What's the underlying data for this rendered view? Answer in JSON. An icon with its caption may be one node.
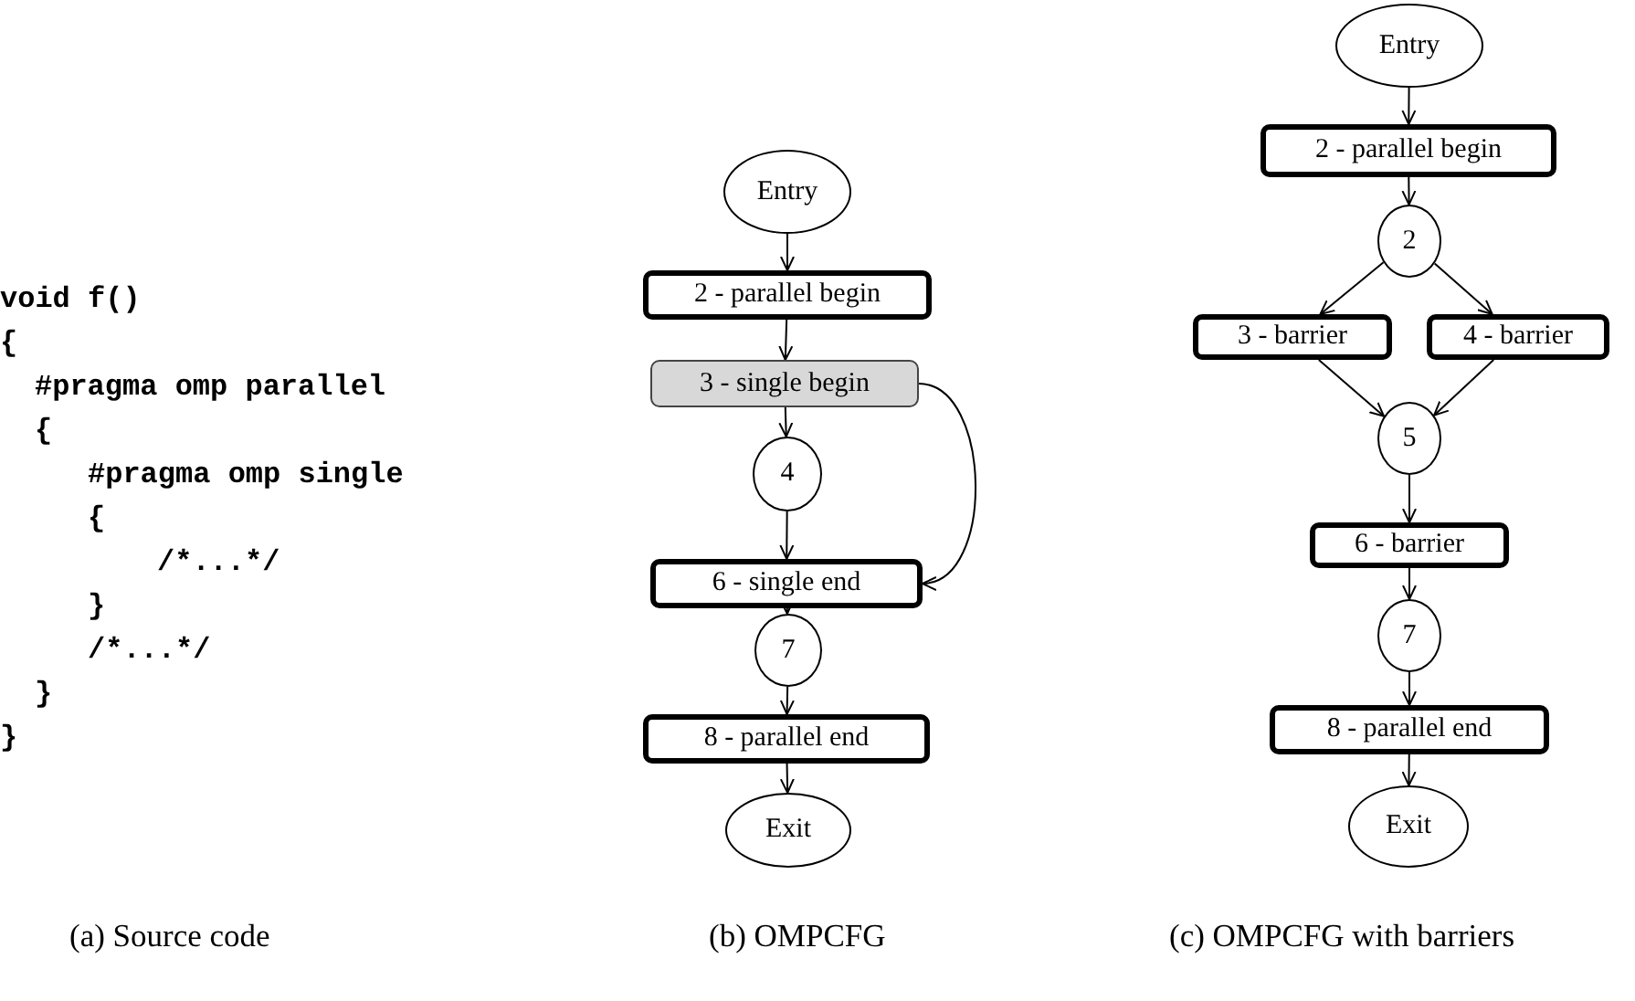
{
  "diagram": {
    "nodes": [
      {
        "text": [
          "Entry"
        ]
      },
      {
        "text": [
          "2 - parallel begin"
        ]
      },
      {
        "text": [
          "3 - single begin"
        ]
      },
      {
        "text": [
          "4"
        ]
      },
      {
        "text": [
          "6 - single end"
        ]
      },
      {
        "text": [
          "7"
        ]
      },
      {
        "text": [
          "8 - parallel end"
        ]
      },
      {
        "text": [
          "Exit"
        ]
      },
      {
        "text": [
          "Entry"
        ]
      },
      {
        "text": [
          "2 - parallel begin"
        ]
      },
      {
        "text": [
          "2"
        ]
      },
      {
        "text": [
          "3 - barrier"
        ]
      },
      {
        "text": [
          "4 - barrier"
        ]
      },
      {
        "text": [
          "5"
        ]
      },
      {
        "text": [
          "6 - barrier"
        ]
      },
      {
        "text": [
          "7"
        ]
      },
      {
        "text": [
          "8 - parallel end"
        ]
      },
      {
        "text": [
          "Exit"
        ]
      }
    ],
    "edges": [
      {
        "from": 0,
        "to": 1,
        "arrow": "to"
      },
      {
        "from": 1,
        "to": 2,
        "arrow": "to"
      },
      {
        "from": 2,
        "to": 3,
        "arrow": "to"
      },
      {
        "from": 3,
        "to": 4,
        "arrow": "to"
      },
      {
        "from": 2,
        "to": 4,
        "arrow": "to"
      },
      {
        "from": 4,
        "to": 5,
        "arrow": "to"
      },
      {
        "from": 5,
        "to": 6,
        "arrow": "to"
      },
      {
        "from": 6,
        "to": 7,
        "arrow": "to"
      },
      {
        "from": 8,
        "to": 9,
        "arrow": "to"
      },
      {
        "from": 9,
        "to": 10,
        "arrow": "to"
      },
      {
        "from": 10,
        "to": 11,
        "arrow": "to"
      },
      {
        "from": 10,
        "to": 12,
        "arrow": "to"
      },
      {
        "from": 11,
        "to": 13,
        "arrow": "to"
      },
      {
        "from": 12,
        "to": 13,
        "arrow": "to"
      },
      {
        "from": 13,
        "to": 14,
        "arrow": "to"
      },
      {
        "from": 14,
        "to": 15,
        "arrow": "to"
      },
      {
        "from": 15,
        "to": 16,
        "arrow": "to"
      },
      {
        "from": 16,
        "to": 17,
        "arrow": "to"
      }
    ],
    "labels": [
      "void f()",
      "{",
      "#pragma omp parallel",
      "{",
      "#pragma omp single",
      "{",
      "/*...*/",
      "}",
      "/*...*/",
      "}",
      "}",
      "(a) Source code",
      "(b) OMPCFG",
      "(c) OMPCFG with barriers"
    ]
  }
}
